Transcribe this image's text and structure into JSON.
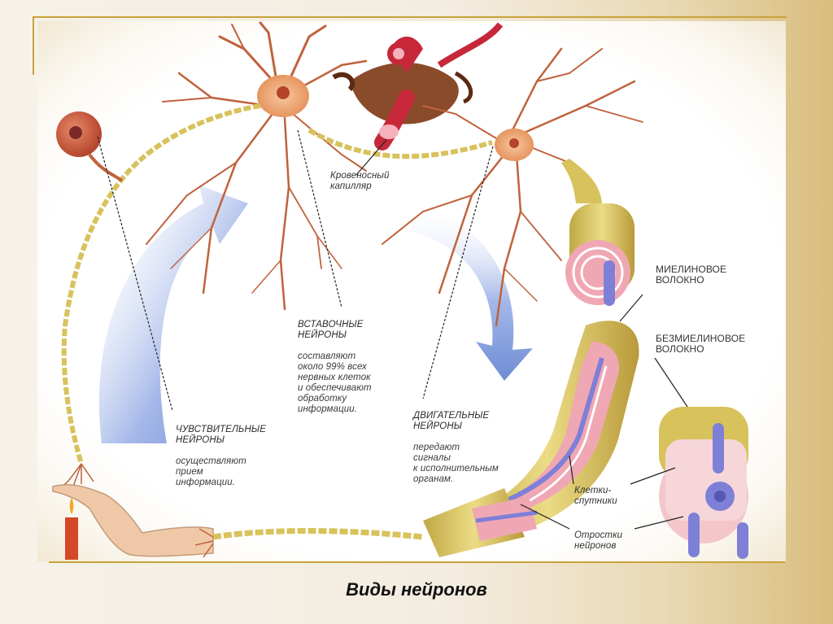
{
  "slide": {
    "title": "Виды нейронов"
  },
  "labels": {
    "capillary": "Кровеносный\nкапилляр",
    "interneurons": {
      "heading": "ВСТАВОЧНЫЕ\nНЕЙРОНЫ",
      "description": "составляют\nоколо 99% всех\nнервных клеток\nи обеспечивают\nобработку\nинформации."
    },
    "sensory": {
      "heading": "ЧУВСТВИТЕЛЬНЫЕ\nНЕЙРОНЫ",
      "description": "осуществляют\nприем\nинформации."
    },
    "motor": {
      "heading": "ДВИГАТЕЛЬНЫЕ\nНЕЙРОНЫ",
      "description": "передают\nсигналы\nк исполнительным\nорганам."
    },
    "myelinated": "МИЕЛИНОВОЕ\nВОЛОКНО",
    "unmyelinated": "БЕЗМИЕЛИНОВОЕ\nВОЛОКНО",
    "satellite_cells": "Клетки-\nспутники",
    "neuron_processes": "Отростки\nнейронов"
  },
  "colors": {
    "neuron_body": "#f2b48a",
    "dendrite": "#c0623c",
    "axon_beads": "#d8c25c",
    "myelin": "#d6c56a",
    "fiber_pink": "#f0a7b4",
    "arrow_blue": "#6f8fd6",
    "frame": "#c9a23a"
  }
}
